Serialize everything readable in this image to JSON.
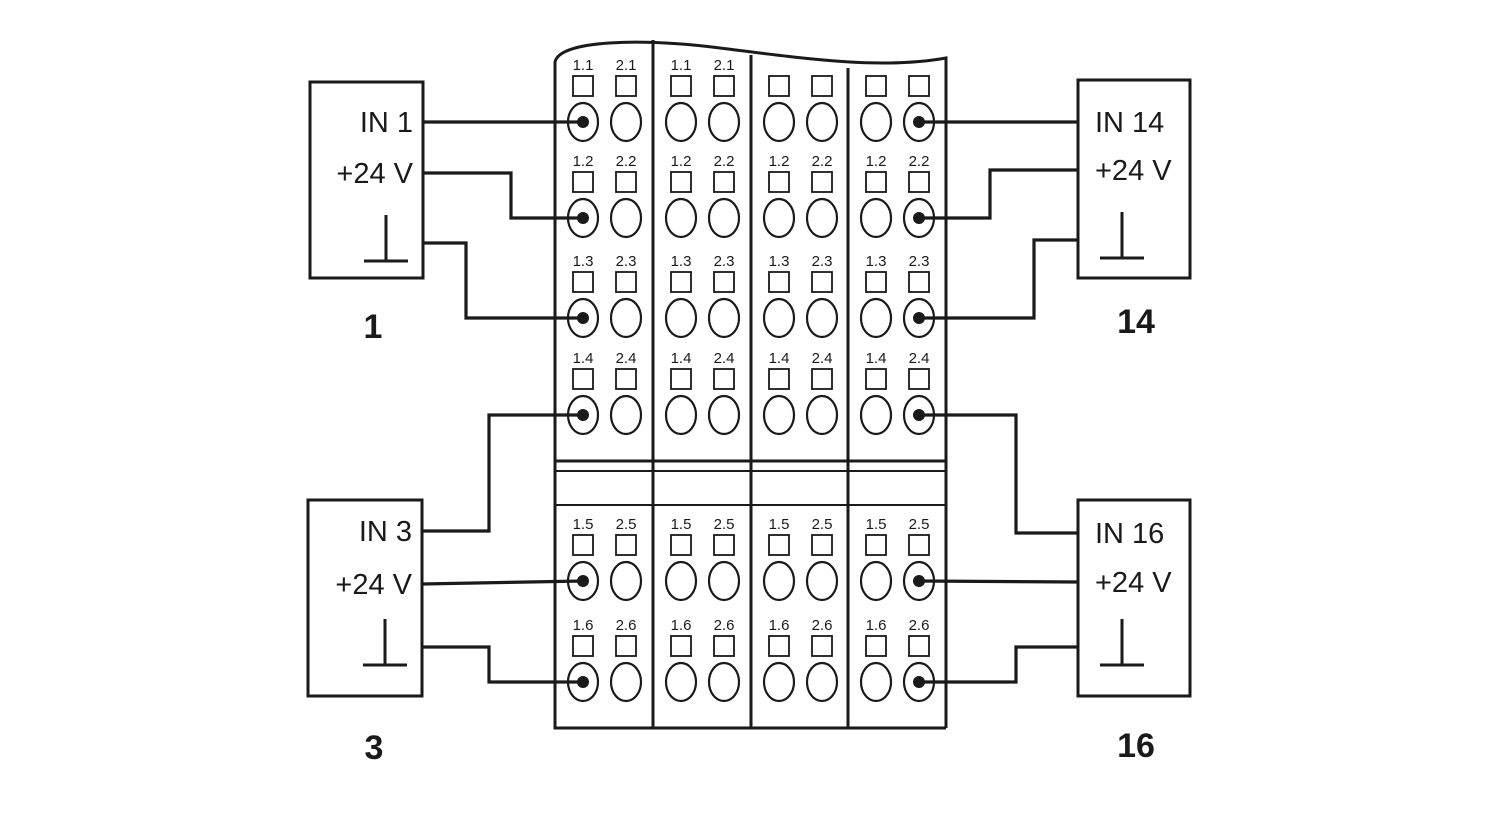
{
  "terminal_module": {
    "blocks": 4,
    "slot_labels": {
      "column_1": [
        "1.1",
        "1.2",
        "1.3",
        "1.4",
        "1.5",
        "1.6"
      ],
      "column_2": [
        "2.1",
        "2.2",
        "2.3",
        "2.4",
        "2.5",
        "2.6"
      ]
    }
  },
  "devices": [
    {
      "id": "device-1",
      "number": "1",
      "terminals": [
        "IN 1",
        "+24 V",
        "⊥"
      ],
      "connections": [
        {
          "signal": "IN 1",
          "block": 1,
          "slot": "1.1"
        },
        {
          "signal": "+24 V",
          "block": 1,
          "slot": "1.2"
        },
        {
          "signal": "⊥",
          "block": 1,
          "slot": "1.3"
        }
      ]
    },
    {
      "id": "device-14",
      "number": "14",
      "terminals": [
        "IN 14",
        "+24 V",
        "⊥"
      ],
      "connections": [
        {
          "signal": "IN 14",
          "block": 4,
          "slot": "2.1"
        },
        {
          "signal": "+24 V",
          "block": 4,
          "slot": "2.2"
        },
        {
          "signal": "⊥",
          "block": 4,
          "slot": "2.3"
        }
      ]
    },
    {
      "id": "device-3",
      "number": "3",
      "terminals": [
        "IN 3",
        "+24 V",
        "⊥"
      ],
      "connections": [
        {
          "signal": "IN 3",
          "block": 1,
          "slot": "1.4"
        },
        {
          "signal": "+24 V",
          "block": 1,
          "slot": "1.5"
        },
        {
          "signal": "⊥",
          "block": 1,
          "slot": "1.6"
        }
      ]
    },
    {
      "id": "device-16",
      "number": "16",
      "terminals": [
        "IN 16",
        "+24 V",
        "⊥"
      ],
      "connections": [
        {
          "signal": "IN 16",
          "block": 4,
          "slot": "2.4"
        },
        {
          "signal": "+24 V",
          "block": 4,
          "slot": "2.5"
        },
        {
          "signal": "⊥",
          "block": 4,
          "slot": "2.6"
        }
      ]
    }
  ],
  "colors": {
    "line": "#1a1a1a",
    "background": "#ffffff"
  }
}
